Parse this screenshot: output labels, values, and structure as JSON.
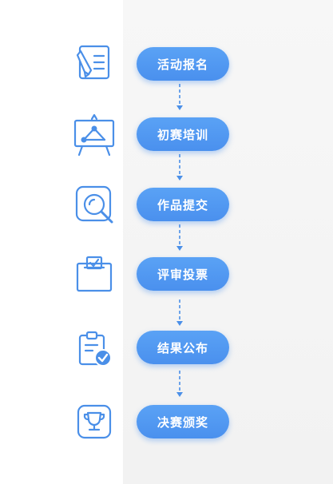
{
  "colors": {
    "accent": "#4a90ee",
    "icon_stroke": "#4a8fe8",
    "background_right": "#f4f4f4"
  },
  "steps": [
    {
      "label": "活动报名",
      "icon": "signup-form-pen-icon"
    },
    {
      "label": "初赛培训",
      "icon": "presentation-board-icon"
    },
    {
      "label": "作品提交",
      "icon": "magnifier-submission-icon"
    },
    {
      "label": "评审投票",
      "icon": "ballot-box-icon"
    },
    {
      "label": "结果公布",
      "icon": "clipboard-check-icon"
    },
    {
      "label": "决赛颁奖",
      "icon": "trophy-icon"
    }
  ]
}
